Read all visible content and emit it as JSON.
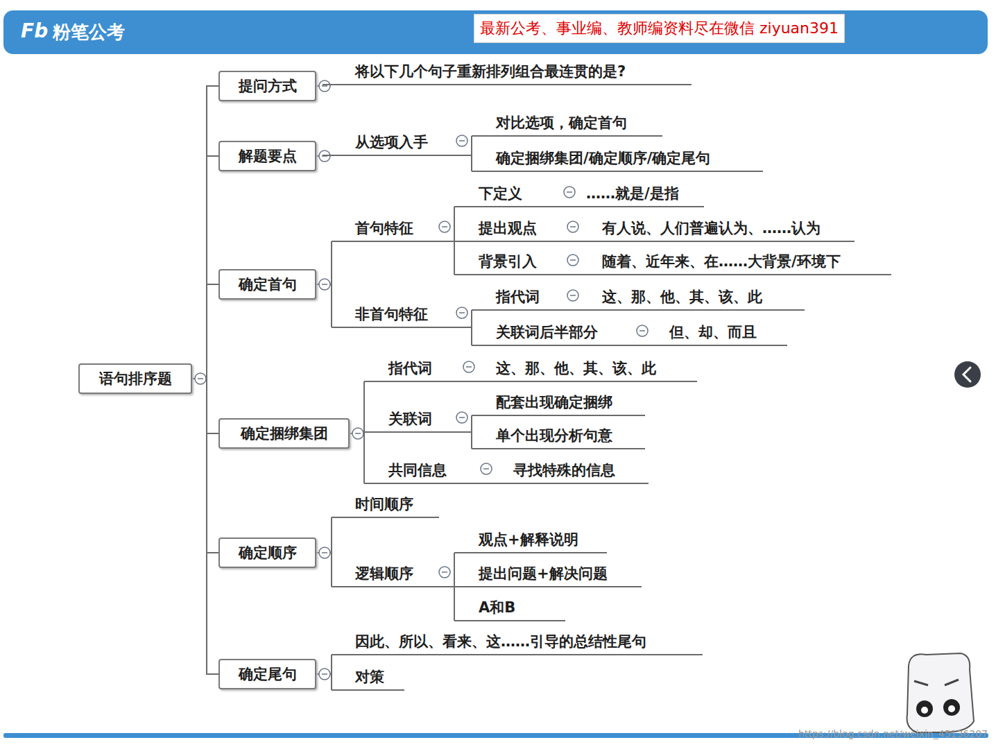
{
  "diagram": {
    "nodes": [
      {
        "text": [
          "语句排序题"
        ]
      },
      {
        "text": [
          "提问方式"
        ]
      },
      {
        "text": [
          "将以下几个句子重新排列组合最连贯的是?"
        ]
      },
      {
        "text": [
          "解题要点"
        ]
      },
      {
        "text": [
          "从选项入手"
        ]
      },
      {
        "text": [
          "对比选项，确定首句"
        ]
      },
      {
        "text": [
          "确定捆绑集团/确定顺序/确定尾句"
        ]
      },
      {
        "text": [
          "确定首句"
        ]
      },
      {
        "text": [
          "首句特征"
        ]
      },
      {
        "text": [
          "下定义"
        ]
      },
      {
        "text": [
          "……就是/是指"
        ]
      },
      {
        "text": [
          "提出观点"
        ]
      },
      {
        "text": [
          "有人说、人们普遍认为、……认为"
        ]
      },
      {
        "text": [
          "背景引入"
        ]
      },
      {
        "text": [
          "随着、近年来、在……大背景/环境下"
        ]
      },
      {
        "text": [
          "非首句特征"
        ]
      },
      {
        "text": [
          "指代词"
        ]
      },
      {
        "text": [
          "这、那、他、其、该、此"
        ]
      },
      {
        "text": [
          "关联词后半部分"
        ]
      },
      {
        "text": [
          "但、却、而且"
        ]
      },
      {
        "text": [
          "确定捆绑集团"
        ]
      },
      {
        "text": [
          "指代词"
        ]
      },
      {
        "text": [
          "这、那、他、其、该、此"
        ]
      },
      {
        "text": [
          "关联词"
        ]
      },
      {
        "text": [
          "配套出现确定捆绑"
        ]
      },
      {
        "text": [
          "单个出现分析句意"
        ]
      },
      {
        "text": [
          "共同信息"
        ]
      },
      {
        "text": [
          "寻找特殊的信息"
        ]
      },
      {
        "text": [
          "确定顺序"
        ]
      },
      {
        "text": [
          "时间顺序"
        ]
      },
      {
        "text": [
          "逻辑顺序"
        ]
      },
      {
        "text": [
          "观点+解释说明"
        ]
      },
      {
        "text": [
          "提出问题+解决问题"
        ]
      },
      {
        "text": [
          "A和B"
        ]
      },
      {
        "text": [
          "确定尾句"
        ]
      },
      {
        "text": [
          "因此、所以、看来、这……引导的总结性尾句"
        ]
      },
      {
        "text": [
          "对策"
        ]
      }
    ],
    "edges": [
      {
        "from": 0,
        "to": 1,
        "arrow": "none"
      },
      {
        "from": 0,
        "to": 3,
        "arrow": "none"
      },
      {
        "from": 0,
        "to": 7,
        "arrow": "none"
      },
      {
        "from": 0,
        "to": 20,
        "arrow": "none"
      },
      {
        "from": 0,
        "to": 28,
        "arrow": "none"
      },
      {
        "from": 0,
        "to": 34,
        "arrow": "none"
      },
      {
        "from": 1,
        "to": 2,
        "arrow": "none"
      },
      {
        "from": 3,
        "to": 4,
        "arrow": "none"
      },
      {
        "from": 4,
        "to": 5,
        "arrow": "none"
      },
      {
        "from": 4,
        "to": 6,
        "arrow": "none"
      },
      {
        "from": 7,
        "to": 8,
        "arrow": "none"
      },
      {
        "from": 7,
        "to": 15,
        "arrow": "none"
      },
      {
        "from": 8,
        "to": 9,
        "arrow": "none"
      },
      {
        "from": 9,
        "to": 10,
        "arrow": "none"
      },
      {
        "from": 8,
        "to": 11,
        "arrow": "none"
      },
      {
        "from": 11,
        "to": 12,
        "arrow": "none"
      },
      {
        "from": 8,
        "to": 13,
        "arrow": "none"
      },
      {
        "from": 13,
        "to": 14,
        "arrow": "none"
      },
      {
        "from": 15,
        "to": 16,
        "arrow": "none"
      },
      {
        "from": 16,
        "to": 17,
        "arrow": "none"
      },
      {
        "from": 15,
        "to": 18,
        "arrow": "none"
      },
      {
        "from": 18,
        "to": 19,
        "arrow": "none"
      },
      {
        "from": 20,
        "to": 21,
        "arrow": "none"
      },
      {
        "from": 21,
        "to": 22,
        "arrow": "none"
      },
      {
        "from": 20,
        "to": 23,
        "arrow": "none"
      },
      {
        "from": 23,
        "to": 24,
        "arrow": "none"
      },
      {
        "from": 23,
        "to": 25,
        "arrow": "none"
      },
      {
        "from": 20,
        "to": 26,
        "arrow": "none"
      },
      {
        "from": 26,
        "to": 27,
        "arrow": "none"
      },
      {
        "from": 28,
        "to": 29,
        "arrow": "none"
      },
      {
        "from": 28,
        "to": 30,
        "arrow": "none"
      },
      {
        "from": 30,
        "to": 31,
        "arrow": "none"
      },
      {
        "from": 30,
        "to": 32,
        "arrow": "none"
      },
      {
        "from": 30,
        "to": 33,
        "arrow": "none"
      },
      {
        "from": 34,
        "to": 35,
        "arrow": "none"
      },
      {
        "from": 34,
        "to": 36,
        "arrow": "none"
      }
    ],
    "labels": [
      "Fb",
      "粉笔公考",
      "最新公考、事业编、教师编资料尽在微信 ziyuan391",
      "https://blog.csdn.net/weixin_45136207"
    ]
  }
}
